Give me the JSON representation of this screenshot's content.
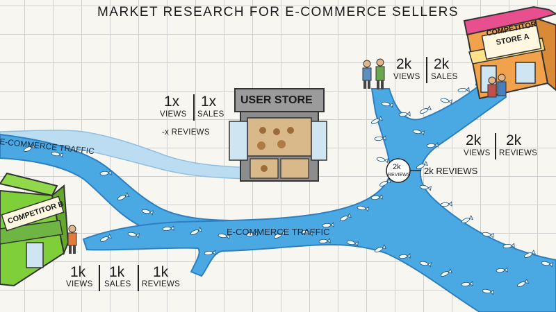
{
  "title": "MARKET RESEARCH FOR E-COMMERCE SELLERS",
  "user_store": {
    "sign": "USER STORE",
    "views_value": "1x",
    "views_label": "VIEWS",
    "sales_value": "1x",
    "sales_label": "SALES",
    "reviews": "-x REVIEWS"
  },
  "competitor_a": {
    "sign_line1": "COMPETITOR",
    "sign_line2": "STORE A",
    "views_value": "2k",
    "views_label": "VIEWS",
    "sales_value": "2k",
    "sales_label": "SALES",
    "views2_value": "2k",
    "views2_label": "VIEWS",
    "reviews_value": "2k",
    "reviews_label": "REVIEWS",
    "bubble_value": "2k",
    "bubble_label": "REVIEWS",
    "callout": "2k REVIEWS"
  },
  "competitor_b": {
    "sign": "COMPETITOR B",
    "views_value": "1k",
    "views_label": "VIEWS",
    "sales_value": "1k",
    "sales_label": "SALES",
    "reviews_value": "1k",
    "reviews_label": "REVIEWS"
  },
  "streams": {
    "left_label": "E-COMMERCE TRAFFIC",
    "main_label": "E-COMMERCE TRAFFIC"
  },
  "colors": {
    "river": "#4aa8e3",
    "river_edge": "#2d7fbf",
    "pale_stream": "#bcdcf1",
    "store_a": "#f2a24a",
    "store_a_roof": "#e84f8e",
    "store_b": "#7fcf3a",
    "store_b_awning": "#6fb544",
    "user_store": "#8d8d8d"
  }
}
